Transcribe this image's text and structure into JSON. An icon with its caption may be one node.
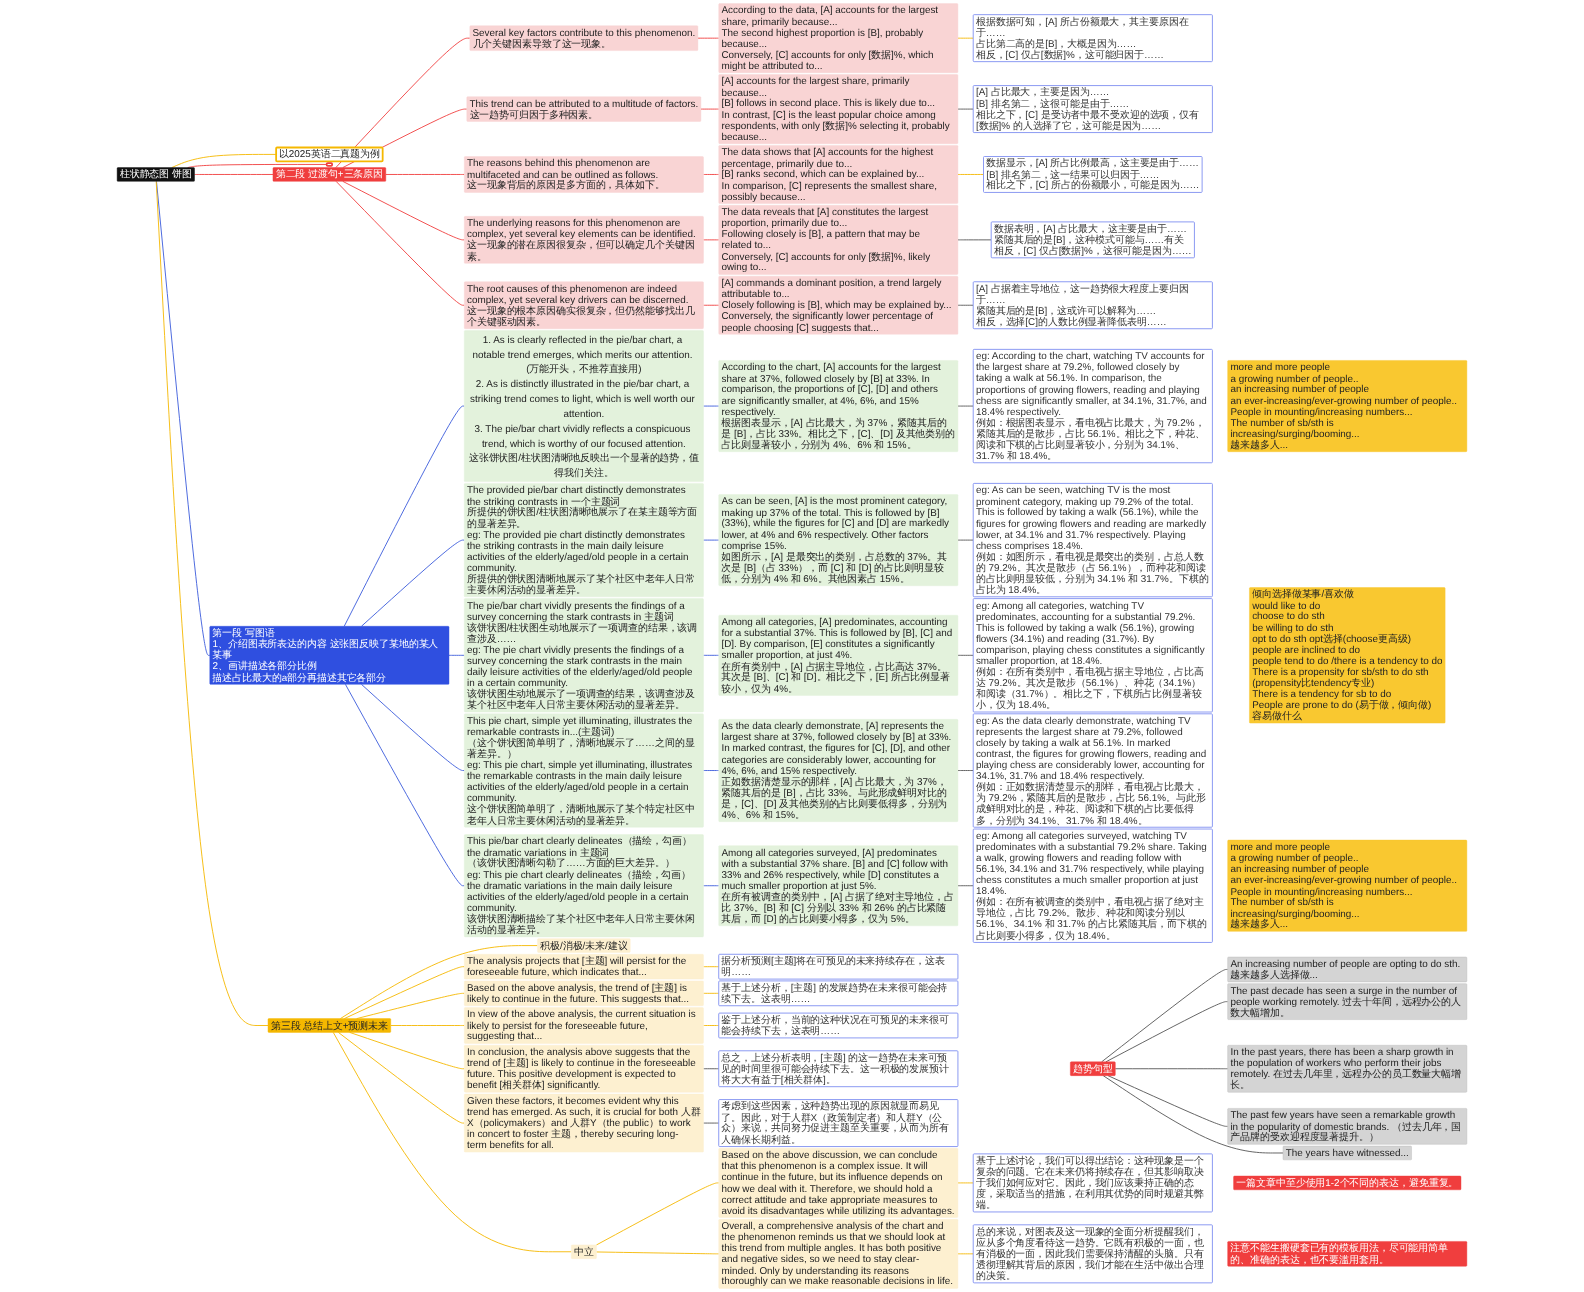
{
  "diagram": {
    "nodes": [
      {
        "text": [
          "柱状静态图 饼图"
        ]
      },
      {
        "text": [
          "以2025英语二真题为例"
        ]
      },
      {
        "text": [],
        "shape": "box"
      },
      {
        "text": [
          "第二段 过渡句+三条原因"
        ]
      },
      {
        "text": [
          "Several key factors contribute to this phenomenon.",
          "几个关键因素导致了这一现象。"
        ]
      },
      {
        "text": [
          "According to the data, [A] accounts for the largest share, primarily because...",
          "The second highest proportion is [B], probably because...",
          "Conversely, [C] accounts for only [数据]%, which might be attributed to..."
        ]
      },
      {
        "text": [
          "根据数据可知，[A] 所占份额最大，其主要原因在于……",
          "占比第二高的是[B]，大概是因为……",
          "相反，[C] 仅占[数据]%，这可能归因于……"
        ]
      },
      {
        "text": [
          "This trend can be attributed to a multitude of factors.",
          "这一趋势可归因于多种因素。"
        ]
      },
      {
        "text": [
          "[A] accounts for the largest share, primarily because...",
          "[B] follows in second place. This is likely due to...",
          "In contrast, [C] is the least popular choice among respondents, with only [数据]% selecting it, probably because..."
        ]
      },
      {
        "text": [
          "[A] 占比最大，主要是因为……",
          "[B] 排名第二，这很可能是由于……",
          "相比之下，[C] 是受访者中最不受欢迎的选项，仅有 [数据]% 的人选择了它，这可能是因为……"
        ]
      },
      {
        "text": [
          "The reasons behind this phenomenon are multifaceted and can be outlined as follows.",
          "这一现象背后的原因是多方面的，具体如下。"
        ]
      },
      {
        "text": [
          "The data shows that [A] accounts for the highest percentage, primarily due to...",
          "[B] ranks second, which can be explained by...",
          "In comparison, [C] represents the smallest share, possibly because..."
        ]
      },
      {
        "text": [
          "数据显示，[A] 所占比例最高，这主要是由于……",
          "[B] 排名第二，这一结果可以归因于……",
          "相比之下，[C] 所占的份额最小，可能是因为……"
        ]
      },
      {
        "text": [
          "The underlying reasons for this phenomenon are complex, yet several key elements can be identified.",
          "这一现象的潜在原因很复杂，但可以确定几个关键因素。"
        ]
      },
      {
        "text": [
          "The data reveals that [A] constitutes the largest proportion, primarily due to...",
          "Following closely is [B], a pattern that may be related to...",
          "Conversely, [C] accounts for only [数据]%, likely owing to..."
        ]
      },
      {
        "text": [
          "数据表明，[A] 占比最大，这主要是由于……",
          "紧随其后的是[B]，这种模式可能与……有关",
          "相反，[C] 仅占[数据]%，这很可能是因为……"
        ]
      },
      {
        "text": [
          "The root causes of this phenomenon are indeed complex, yet several key drivers can be discerned.",
          "这一现象的根本原因确实很复杂，但仍然能够找出几个关键驱动因素。"
        ]
      },
      {
        "text": [
          "[A] commands a dominant position, a trend largely attributable to...",
          "Closely following is [B], which may be explained by...",
          "Conversely, the significantly lower percentage of people choosing [C] suggests that..."
        ]
      },
      {
        "text": [
          "[A] 占据着主导地位，这一趋势很大程度上要归因于……",
          "紧随其后的是[B]，这或许可以解释为……",
          "相反，选择[C]的人数比例显著降低表明……"
        ]
      },
      {
        "text": [
          "第一段 写图语",
          "1、介绍图表所表达的内容 这张图反映了某地的某人某事",
          "2、画讲描述各部分比例",
          "描述占比最大的a部分再描述其它各部分"
        ]
      },
      {
        "text": [
          "1. As is clearly reflected in the pie/bar chart, a notable trend emerges, which merits our attention. (万能开头，不推荐直接用)",
          "2. As is distinctly illustrated in the pie/bar chart, a striking trend comes to light, which is well worth our attention.",
          "3. The pie/bar chart vividly reflects a conspicuous trend, which is worthy of our focused attention.",
          "这张饼状图/柱状图清晰地反映出一个显著的趋势，值得我们关注。"
        ]
      },
      {
        "text": [
          "According to the chart, [A] accounts for the largest share at 37%, followed closely by [B] at 33%. In comparison, the proportions of [C], [D] and others are significantly smaller, at 4%, 6%, and 15% respectively.",
          "根据图表显示，[A] 占比最大，为 37%，紧随其后的是 [B]，占比 33%。相比之下，[C]、[D] 及其他类别的占比则显著较小，分别为 4%、6% 和 15%。"
        ]
      },
      {
        "text": [
          "eg: According to the chart, watching TV accounts for the largest share at 79.2%, followed closely by taking a walk at 56.1%. In comparison, the proportions of growing flowers, reading and playing chess are significantly smaller, at 34.1%, 31.7%, and 18.4% respectively.",
          "例如：根据图表显示，看电视占比最大，为 79.2%，紧随其后的是散步，占比 56.1%。相比之下，种花、阅读和下棋的占比则显著较小，分别为 34.1%、31.7% 和 18.4%。"
        ]
      },
      {
        "text": [
          "The provided pie/bar chart distinctly demonstrates the striking contrasts in 一个主题词",
          "所提供的饼状图/柱状图清晰地展示了在某主题等方面的显著差异。",
          "eg: The provided pie chart distinctly demonstrates the striking contrasts in the main daily leisure activities of the elderly/aged/old people in a certain community.",
          "所提供的饼状图清晰地展示了某个社区中老年人日常主要休闲活动的显著差异。"
        ]
      },
      {
        "text": [
          "As can be seen, [A] is the most prominent category, making up 37% of the total. This is followed by [B] (33%), while the figures for [C] and [D] are markedly lower, at 4% and 6% respectively. Other factors comprise 15%.",
          "如图所示，[A] 是最突出的类别，占总数的 37%。其次是 [B]（占 33%），而 [C] 和 [D] 的占比则明显较低，分别为 4% 和 6%。其他因素占 15%。"
        ]
      },
      {
        "text": [
          "eg: As can be seen, watching TV is the most prominent category, making up 79.2% of the total. This is followed by taking a walk (56.1%), while the figures for growing flowers and reading are markedly lower, at 34.1% and 31.7% respectively. Playing chess comprises 18.4%.",
          "例如：如图所示，看电视是最突出的类别，占总人数的 79.2%。其次是散步（占 56.1%），而种花和阅读的占比则明显较低，分别为 34.1% 和 31.7%。下棋的占比为 18.4%。"
        ]
      },
      {
        "text": [
          "The pie/bar chart vividly presents the findings of a survey concerning the stark contrasts in 主题词",
          "该饼状图/柱状图生动地展示了一项调查的结果，该调查涉及……",
          "eg: The pie chart vividly presents the findings of a survey concerning the stark contrasts in the main daily leisure activities of the elderly/aged/old people in a certain community.",
          "该饼状图生动地展示了一项调查的结果，该调查涉及某个社区中老年人日常主要休闲活动的显著差异。"
        ]
      },
      {
        "text": [
          "Among all categories, [A] predominates, accounting for a substantial 37%. This is followed by [B], [C] and [D]. By comparison, [E] constitutes a significantly smaller proportion, at just 4%.",
          "在所有类别中，[A] 占据主导地位，占比高达 37%。其次是 [B]、[C] 和 [D]。相比之下，[E] 所占比例显著较小，仅为 4%。"
        ]
      },
      {
        "text": [
          "eg: Among all categories, watching TV predominates, accounting for a substantial 79.2%. This is followed by taking a walk (56.1%), growing flowers (34.1%) and reading (31.7%). By comparison, playing chess constitutes a significantly smaller proportion, at 18.4%.",
          "例如：在所有类别中，看电视占据主导地位，占比高达 79.2%。其次是散步（56.1%）、种花（34.1%）和阅读（31.7%）。相比之下，下棋所占比例显著较小，仅为 18.4%。"
        ]
      },
      {
        "text": [
          "This pie chart, simple yet illuminating, illustrates the remarkable contrasts in...(主题词)",
          "（这个饼状图简单明了，清晰地展示了……之间的显著差异。）",
          "eg: This pie chart, simple yet illuminating, illustrates the remarkable contrasts in the main daily leisure activities of the elderly/aged/old people in a certain community.",
          "这个饼状图简单明了，清晰地展示了某个特定社区中老年人日常主要休闲活动的显著差异。"
        ]
      },
      {
        "text": [
          "As the data clearly demonstrate, [A] represents the largest share at 37%, followed closely by [B] at 33%. In marked contrast, the figures for [C], [D], and other categories are considerably lower, accounting for 4%, 6%, and 15% respectively.",
          "正如数据清楚显示的那样，[A] 占比最大，为 37%，紧随其后的是 [B]，占比 33%。与此形成鲜明对比的是，[C]、[D] 及其他类别的占比则要低得多，分别为 4%、6% 和 15%。"
        ]
      },
      {
        "text": [
          "eg: As the data clearly demonstrate, watching TV represents the largest share at 79.2%, followed closely by taking a walk at 56.1%. In marked contrast, the figures for growing flowers, reading and playing chess are considerably lower, accounting for 34.1%, 31.7% and 18.4% respectively.",
          "例如：正如数据清楚显示的那样，看电视占比最大，为 79.2%，紧随其后的是散步，占比 56.1%。与此形成鲜明对比的是，种花、阅读和下棋的占比要低得多，分别为 34.1%、31.7% 和 18.4%。"
        ]
      },
      {
        "text": [
          "This pie/bar chart clearly delineates（描绘，勾画）the dramatic variations in 主题词",
          "（该饼状图清晰勾勒了……方面的巨大差异。）",
          "eg: This pie chart clearly delineates（描绘，勾画）the dramatic variations in the main daily leisure activities of the elderly/aged/old people in a certain community.",
          "该饼状图清晰描绘了某个社区中老年人日常主要休闲活动的显著差异。"
        ]
      },
      {
        "text": [
          "Among all categories surveyed, [A] predominates with a substantial 37% share. [B] and [C] follow with 33% and 26% respectively, while [D] constitutes a much smaller proportion at just 5%.",
          "在所有被调查的类别中，[A] 占据了绝对主导地位，占比 37%。[B] 和 [C] 分别以 33% 和 26% 的占比紧随其后，而 [D] 的占比则要小得多，仅为 5%。"
        ]
      },
      {
        "text": [
          "eg: Among all categories surveyed, watching TV predominates with a substantial 79.2% share. Taking a walk, growing flowers and reading follow with 56.1%, 34.1% and 31.7% respectively, while playing chess constitutes a much smaller proportion at just 18.4%.",
          "例如：在所有被调查的类别中，看电视占据了绝对主导地位，占比 79.2%。散步、种花和阅读分别以 56.1%、34.1% 和 31.7% 的占比紧随其后，而下棋的占比则要小得多，仅为 18.4%。"
        ]
      },
      {
        "text": [
          "第三段 总结上文+预测未来"
        ]
      },
      {
        "text": [
          "积极/消极/未来/建议"
        ]
      },
      {
        "text": [
          "The analysis projects that [主题] will persist for the foreseeable future, which indicates that..."
        ]
      },
      {
        "text": [
          "据分析预测[主题]将在可预见的未来持续存在，这表明……"
        ]
      },
      {
        "text": [
          "Based on the above analysis, the trend of [主题] is likely to continue in the future. This suggests that..."
        ]
      },
      {
        "text": [
          "基于上述分析，[主题] 的发展趋势在未来很可能会持续下去。这表明……"
        ]
      },
      {
        "text": [
          "In view of the above analysis, the current situation is likely to persist for the foreseeable future, suggesting that..."
        ]
      },
      {
        "text": [
          "鉴于上述分析，当前的这种状况在可预见的未来很可能会持续下去，这表明……"
        ]
      },
      {
        "text": [
          "In conclusion, the analysis above suggests that the trend of [主题] is likely to continue in the foreseeable future. This positive development is expected to benefit [相关群体] significantly."
        ]
      },
      {
        "text": [
          "总之，上述分析表明，[主题] 的这一趋势在未来可预见的时间里很可能会持续下去。这一积极的发展预计将大大有益于[相关群体]。"
        ]
      },
      {
        "text": [
          "Given these factors, it becomes evident why this trend has emerged. As such, it is crucial for both 人群X（policymakers）and 人群Y（the public）to work in concert to foster 主题，thereby securing long-term benefits for all."
        ]
      },
      {
        "text": [
          "考虑到这些因素，这种趋势出现的原因就显而易见了。因此，对于人群X（政策制定者）和人群Y（公众）来说，共同努力促进主题至关重要，从而为所有人确保长期利益。"
        ]
      },
      {
        "text": [
          "中立"
        ]
      },
      {
        "text": [
          "Based on the above discussion, we can conclude that this phenomenon is a complex issue. It will continue in the future, but its influence depends on how we deal with it. Therefore, we should hold a correct attitude and take appropriate measures to avoid its disadvantages while utilizing its advantages."
        ]
      },
      {
        "text": [
          "基于上述讨论，我们可以得出结论：这种现象是一个复杂的问题。它在未来仍将持续存在，但其影响取决于我们如何应对它。因此，我们应该秉持正确的态度，采取适当的措施，在利用其优势的同时规避其弊端。"
        ]
      },
      {
        "text": [
          "Overall, a comprehensive analysis of the chart and the phenomenon reminds us that we should look at this trend from multiple angles. It has both positive and negative sides, so we need to stay clear-minded. Only by understanding its reasons thoroughly can we make reasonable decisions in life."
        ]
      },
      {
        "text": [
          "总的来说，对图表及这一现象的全面分析提醒我们，应从多个角度看待这一趋势。它既有积极的一面，也有消极的一面，因此我们需要保持清醒的头脑。只有透彻理解其背后的原因，我们才能在生活中做出合理的决策。"
        ]
      },
      {
        "text": [
          "more and more people",
          "a growing number of people..",
          "an increasing number of people",
          "an ever-increasing/ever-growing number of people..",
          "People in mounting/increasing numbers...",
          "The number of sb/sth is increasing/surging/booming...",
          "越来越多人..."
        ]
      },
      {
        "text": [
          "倾向选择做某事/喜欢做",
          "would like to do",
          "choose to do sth",
          "be willing to do sth",
          "opt to do sth opt选择(choose更高级)",
          "people are inclined to do",
          "people tend to do /there is a tendency to do",
          "There is a propensity for sb/sth to do sth",
          "(propensity比tendency专业)",
          "There is a tendency for sb to do",
          "People are prone to do (易于做，倾向做)",
          "容易做什么"
        ]
      },
      {
        "text": [
          "more and more people",
          "a growing number of people..",
          "an increasing number of people",
          "an ever-increasing/ever-growing number of people..",
          "People in mounting/increasing numbers...",
          "The number of sb/sth is increasing/surging/booming...",
          "越来越多人..."
        ]
      },
      {
        "text": [
          "趋势句型"
        ]
      },
      {
        "text": [
          "An increasing number of people are opting to do sth. 越来越多人选择做..."
        ]
      },
      {
        "text": [
          "The past decade has seen a surge in the number of people working remotely. 过去十年间，远程办公的人数大幅增加。"
        ]
      },
      {
        "text": [
          "In the past years, there has been a sharp growth in the population of workers who perform their jobs remotely. 在过去几年里，远程办公的员工数量大幅增长。"
        ]
      },
      {
        "text": [
          "The past few years have seen a remarkable growth in the popularity of domestic brands. （过去几年，国产品牌的受欢迎程度显著提升。）"
        ]
      },
      {
        "text": [
          "The years have witnessed..."
        ]
      },
      {
        "text": [
          "一篇文章中至少使用1-2个不同的表达，避免重复。"
        ]
      },
      {
        "text": [
          "注意不能生搬硬套已有的模板用法，尽可能用简单的、准确的表达，也不要滥用套用。"
        ]
      }
    ],
    "edges": [
      {
        "from": 0,
        "to": 1,
        "arrow": "none",
        "color": "#f5b800"
      },
      {
        "from": 0,
        "to": 2,
        "arrow": "none",
        "color": "#f03e3e"
      },
      {
        "from": 0,
        "to": 3,
        "arrow": "none",
        "color": "#f03e3e"
      },
      {
        "from": 3,
        "to": 4,
        "arrow": "none",
        "color": "#f03e3e"
      },
      {
        "from": 4,
        "to": 5,
        "arrow": "none",
        "color": "#f03e3e"
      },
      {
        "from": 5,
        "to": 6,
        "arrow": "none",
        "color": "#f5b800"
      },
      {
        "from": 3,
        "to": 7,
        "arrow": "none",
        "color": "#f03e3e"
      },
      {
        "from": 7,
        "to": 8,
        "arrow": "none",
        "color": "#f03e3e"
      },
      {
        "from": 8,
        "to": 9,
        "arrow": "none",
        "color": "#555555"
      },
      {
        "from": 3,
        "to": 10,
        "arrow": "none",
        "color": "#f03e3e"
      },
      {
        "from": 10,
        "to": 11,
        "arrow": "none",
        "color": "#f03e3e"
      },
      {
        "from": 11,
        "to": 12,
        "arrow": "none",
        "color": "#f5b800"
      },
      {
        "from": 3,
        "to": 13,
        "arrow": "none",
        "color": "#f03e3e"
      },
      {
        "from": 13,
        "to": 14,
        "arrow": "none",
        "color": "#f03e3e"
      },
      {
        "from": 14,
        "to": 15,
        "arrow": "none",
        "color": "#555555"
      },
      {
        "from": 3,
        "to": 16,
        "arrow": "none",
        "color": "#f03e3e"
      },
      {
        "from": 16,
        "to": 17,
        "arrow": "none",
        "color": "#f03e3e"
      },
      {
        "from": 17,
        "to": 18,
        "arrow": "none",
        "color": "#555555"
      },
      {
        "from": 0,
        "to": 19,
        "arrow": "none",
        "color": "#3b5bdb"
      },
      {
        "from": 19,
        "to": 20,
        "arrow": "none",
        "color": "#3b5bdb"
      },
      {
        "from": 20,
        "to": 21,
        "arrow": "none",
        "color": "#3b5bdb"
      },
      {
        "from": 21,
        "to": 22,
        "arrow": "none",
        "color": "#555555"
      },
      {
        "from": 19,
        "to": 23,
        "arrow": "none",
        "color": "#3b5bdb"
      },
      {
        "from": 23,
        "to": 24,
        "arrow": "none",
        "color": "#3b5bdb"
      },
      {
        "from": 24,
        "to": 25,
        "arrow": "none",
        "color": "#555555"
      },
      {
        "from": 19,
        "to": 26,
        "arrow": "none",
        "color": "#3b5bdb"
      },
      {
        "from": 26,
        "to": 27,
        "arrow": "none",
        "color": "#3b5bdb"
      },
      {
        "from": 27,
        "to": 28,
        "arrow": "none",
        "color": "#555555"
      },
      {
        "from": 19,
        "to": 29,
        "arrow": "none",
        "color": "#3b5bdb"
      },
      {
        "from": 29,
        "to": 30,
        "arrow": "none",
        "color": "#3b5bdb"
      },
      {
        "from": 30,
        "to": 31,
        "arrow": "none",
        "color": "#555555"
      },
      {
        "from": 19,
        "to": 32,
        "arrow": "none",
        "color": "#3b5bdb"
      },
      {
        "from": 32,
        "to": 33,
        "arrow": "none",
        "color": "#3b5bdb"
      },
      {
        "from": 33,
        "to": 34,
        "arrow": "none",
        "color": "#555555"
      },
      {
        "from": 0,
        "to": 35,
        "arrow": "none",
        "color": "#f5b800"
      },
      {
        "from": 35,
        "to": 36,
        "arrow": "none",
        "color": "#f5b800"
      },
      {
        "from": 35,
        "to": 37,
        "arrow": "none",
        "color": "#f5b800"
      },
      {
        "from": 37,
        "to": 38,
        "arrow": "none",
        "color": "#f5b800"
      },
      {
        "from": 35,
        "to": 39,
        "arrow": "none",
        "color": "#f5b800"
      },
      {
        "from": 39,
        "to": 40,
        "arrow": "none",
        "color": "#f5b800"
      },
      {
        "from": 35,
        "to": 41,
        "arrow": "none",
        "color": "#f5b800"
      },
      {
        "from": 41,
        "to": 42,
        "arrow": "none",
        "color": "#f5b800"
      },
      {
        "from": 35,
        "to": 43,
        "arrow": "none",
        "color": "#f5b800"
      },
      {
        "from": 43,
        "to": 44,
        "arrow": "none",
        "color": "#555555"
      },
      {
        "from": 35,
        "to": 45,
        "arrow": "none",
        "color": "#f5b800"
      },
      {
        "from": 45,
        "to": 46,
        "arrow": "none",
        "color": "#555555"
      },
      {
        "from": 35,
        "to": 47,
        "arrow": "none",
        "color": "#f5b800"
      },
      {
        "from": 47,
        "to": 48,
        "arrow": "none",
        "color": "#f5b800"
      },
      {
        "from": 48,
        "to": 49,
        "arrow": "none",
        "color": "#f5b800"
      },
      {
        "from": 47,
        "to": 50,
        "arrow": "none",
        "color": "#f5b800"
      },
      {
        "from": 50,
        "to": 51,
        "arrow": "none",
        "color": "#f5b800"
      },
      {
        "from": 55,
        "to": 56,
        "arrow": "none",
        "color": "#555555"
      },
      {
        "from": 55,
        "to": 57,
        "arrow": "none",
        "color": "#555555"
      },
      {
        "from": 55,
        "to": 58,
        "arrow": "none",
        "color": "#555555"
      },
      {
        "from": 55,
        "to": 59,
        "arrow": "none",
        "color": "#555555"
      },
      {
        "from": 55,
        "to": 60,
        "arrow": "none",
        "color": "#555555"
      }
    ]
  }
}
